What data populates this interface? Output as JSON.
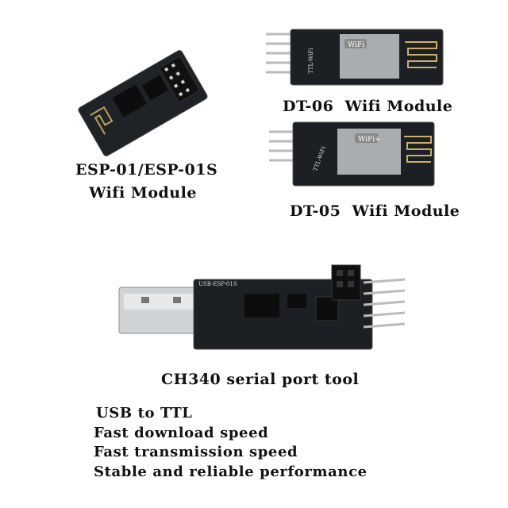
{
  "products": {
    "esp01": {
      "caption_line1": "ESP-01/ESP-01S",
      "caption_line2": "Wifi Module"
    },
    "dt06": {
      "caption": "DT-06  Wifi Module",
      "chip_label": "WiFi",
      "board_text": "TTL-WiFi"
    },
    "dt05": {
      "caption": "DT-05  Wifi Module",
      "chip_label": "WiFi+",
      "board_text": "TTL-WiFi"
    },
    "ch340": {
      "caption": "CH340 serial port tool",
      "board_label": "USB-ESP-01S"
    }
  },
  "features": [
    "USB to TTL",
    "Fast download speed",
    "Fast transmission speed",
    "Stable and reliable performance"
  ]
}
